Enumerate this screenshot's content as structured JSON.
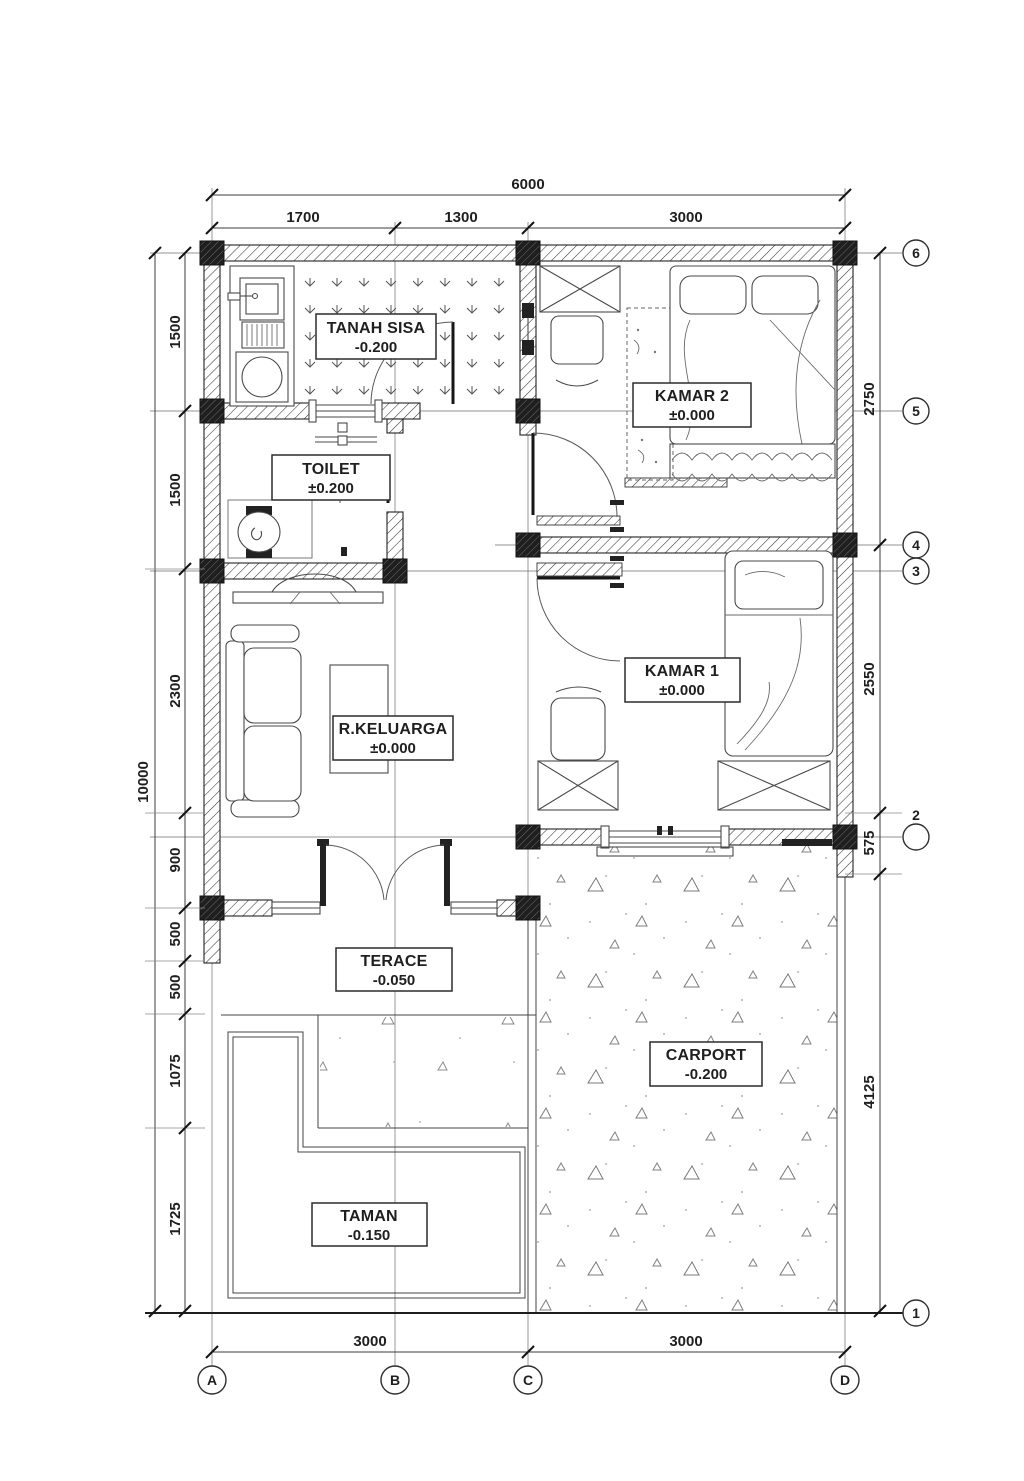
{
  "drawing_type": "architectural-floor-plan",
  "rooms": [
    {
      "name": "TANAH SISA",
      "level": "-0.200"
    },
    {
      "name": "TOILET",
      "level": "±0.200"
    },
    {
      "name": "KAMAR 2",
      "level": "±0.000"
    },
    {
      "name": "KAMAR 1",
      "level": "±0.000"
    },
    {
      "name": "R.KELUARGA",
      "level": "±0.000"
    },
    {
      "name": "TERACE",
      "level": "-0.050"
    },
    {
      "name": "CARPORT",
      "level": "-0.200"
    },
    {
      "name": "TAMAN",
      "level": "-0.150"
    }
  ],
  "dimensions": {
    "top_total": "6000",
    "top_segments": [
      "1700",
      "1300",
      "3000"
    ],
    "left_total": "10000",
    "left_segments": [
      "1500",
      "1500",
      "2300",
      "900",
      "500",
      "500",
      "1075",
      "1725"
    ],
    "right_segments": [
      "2750",
      "2550",
      "575",
      "4125"
    ],
    "bottom_segments": [
      "3000",
      "3000"
    ]
  },
  "grid": {
    "row_labels": [
      "6",
      "5",
      "4",
      "3",
      "2",
      "1"
    ],
    "column_labels": [
      "A",
      "B",
      "C",
      "D"
    ]
  },
  "colors": {
    "ink": "#2b2b2b",
    "background": "#ffffff"
  }
}
